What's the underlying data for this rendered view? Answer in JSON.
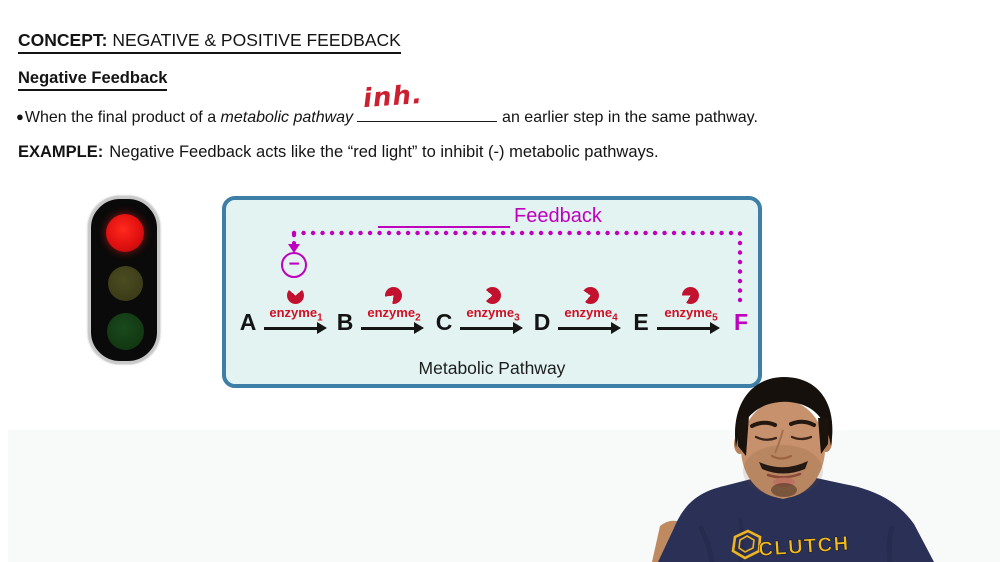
{
  "header": {
    "concept_label": "CONCEPT:",
    "concept_title": "NEGATIVE & POSITIVE FEEDBACK",
    "section_heading": "Negative Feedback",
    "bullet_glyph": "●",
    "bullet_pre": "When the final product of a ",
    "bullet_italic": "metabolic pathway",
    "bullet_blank_handwriting": "inh.",
    "bullet_post": "an earlier step in the same pathway.",
    "example_label": "EXAMPLE:",
    "example_text": "Negative Feedback acts like the “red light” to inhibit (-) metabolic pathways."
  },
  "traffic_light": {
    "lights": [
      {
        "name": "red",
        "state": "on",
        "color": "#e01010"
      },
      {
        "name": "yellow",
        "state": "off",
        "color": "#3c3c18"
      },
      {
        "name": "green",
        "state": "off",
        "color": "#123812"
      }
    ]
  },
  "diagram": {
    "feedback_label": "Feedback",
    "inhibition_symbol": "−",
    "caption": "Metabolic Pathway",
    "nodes": [
      "A",
      "B",
      "C",
      "D",
      "E",
      "F"
    ],
    "enzymes": [
      {
        "name": "enzyme",
        "sub": "1"
      },
      {
        "name": "enzyme",
        "sub": "2"
      },
      {
        "name": "enzyme",
        "sub": "3"
      },
      {
        "name": "enzyme",
        "sub": "4"
      },
      {
        "name": "enzyme",
        "sub": "5"
      }
    ],
    "colors": {
      "box_background": "#e2f3f2",
      "box_border": "#3d7fa6",
      "feedback_magenta": "#bf00bf",
      "enzyme_red": "#c31230",
      "final_node_color": "#bf00bf"
    }
  },
  "webcam": {
    "shirt_brand": "CLUTCH"
  }
}
